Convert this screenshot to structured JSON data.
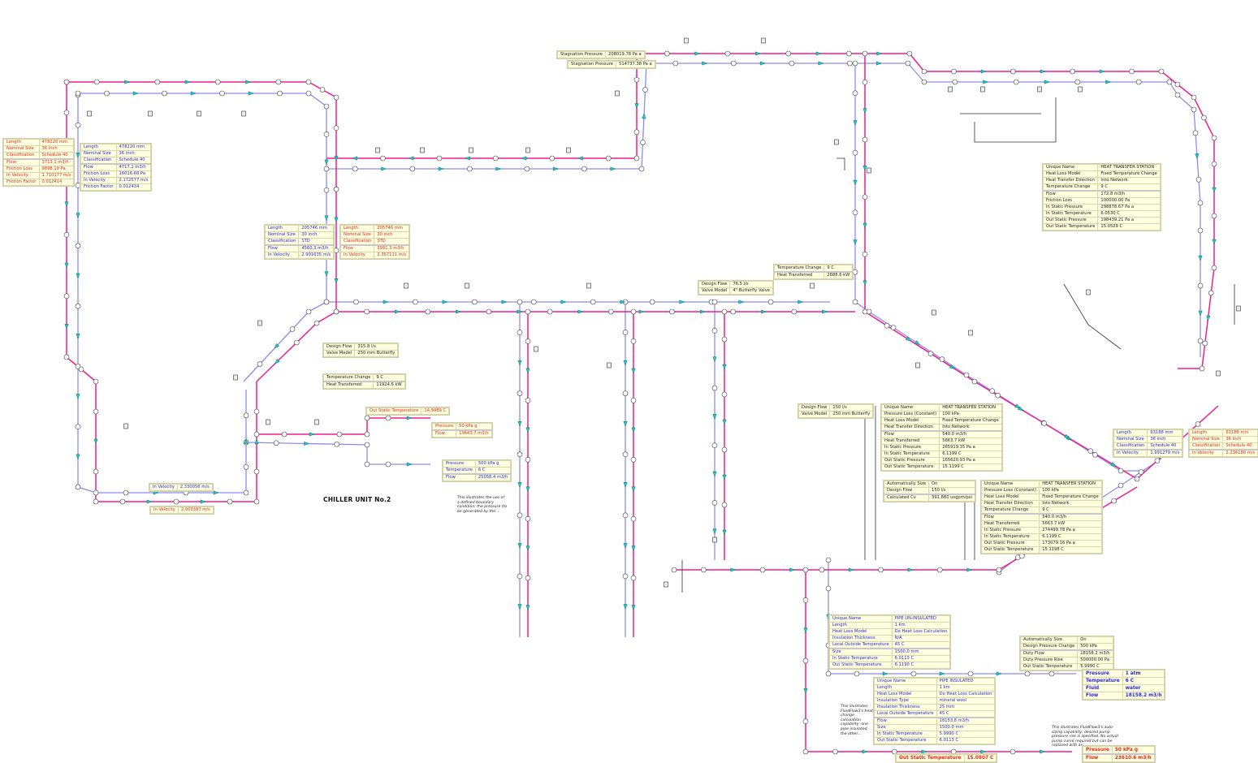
{
  "diagram": {
    "title": "CHILLER UNIT No.2",
    "colors": {
      "supply_pipe": "#f01e8c",
      "return_pipe": "#8c8cf0",
      "branch_pipe": "#222222",
      "flow_arrow": "#19c8c8",
      "label_bg": "#ffffe0",
      "label_red": "#e8271a",
      "label_blue": "#2a2ad8"
    },
    "notes": {
      "boundary": "This illustrates the use of a defined boundary condition: the pressure (to be generated by the...",
      "heat": "This illustrates FluidFlow3's heat change calculation capability: one pipe insulated, the other...",
      "pump": "This illustrates FluidFlow3's auto-sizing capability: desired pump pressure rise is specified. No actual pump curve required but can be replaced with an..."
    },
    "labels": {
      "pipe_left_supply": {
        "rows": [
          [
            "Length",
            "478220 mm"
          ],
          [
            "Nominal Size",
            "36 inch"
          ],
          [
            "Classification",
            "Schedule 40"
          ],
          [
            "Flow",
            "3713.1 m3/h"
          ],
          [
            "Friction Loss",
            "9898.19 Pa"
          ],
          [
            "In Velocity",
            "1.710177 m/s"
          ],
          [
            "Friction Factor",
            "0.012414"
          ]
        ]
      },
      "pipe_left_return": {
        "rows": [
          [
            "Length",
            "478220 mm"
          ],
          [
            "Nominal Size",
            "36 inch"
          ],
          [
            "Classification",
            "Schedule 40"
          ],
          [
            "Flow",
            "4717.1 m3/h"
          ],
          [
            "Friction Loss",
            "16016.68 Pa"
          ],
          [
            "In Velocity",
            "2.172577 m/s"
          ],
          [
            "Friction Factor",
            "0.012434"
          ]
        ]
      },
      "pipe_mid_return": {
        "rows": [
          [
            "Length",
            "205746 mm"
          ],
          [
            "Nominal Size",
            "30 inch"
          ],
          [
            "Classification",
            "STD"
          ],
          [
            "Flow",
            "4560.3 m3/h"
          ],
          [
            "In Velocity",
            "2.901635 m/s"
          ]
        ]
      },
      "pipe_mid_supply": {
        "rows": [
          [
            "Length",
            "205746 mm"
          ],
          [
            "Nominal Size",
            "30 inch"
          ],
          [
            "Classification",
            "STD"
          ],
          [
            "Flow",
            "3991.3 m3/h"
          ],
          [
            "In Velocity",
            "2.357111 m/s"
          ]
        ]
      },
      "stagnation_1": {
        "rows": [
          [
            "Stagnation Pressure",
            "208019.78 Pa a"
          ]
        ]
      },
      "stagnation_2": {
        "rows": [
          [
            "Stagnation Pressure",
            "514737.38 Pa a"
          ]
        ]
      },
      "hts_top_right": {
        "rows": [
          [
            "Unique Name",
            "HEAT TRANSFER STATION"
          ],
          [
            "Heat Loss Model",
            "Fixed Temperature Change"
          ],
          [
            "Heat Transfer Direction",
            "Into Network"
          ],
          [
            "Temperature Change",
            "9 C"
          ],
          [
            "Flow",
            "172.8 m3/h"
          ],
          [
            "Friction Loss",
            "100000.00 Pa"
          ],
          [
            "In Static Pressure",
            "298878.67 Pa a"
          ],
          [
            "In Static Temperature",
            "6.0530 C"
          ],
          [
            "Out Static Pressure",
            "198439.21 Pa a"
          ],
          [
            "Out Static Temperature",
            "15.0529 C"
          ]
        ]
      },
      "hx_mid_temp": {
        "rows": [
          [
            "Temperature Change",
            "9 C"
          ],
          [
            "Heat Transferred",
            "2888.6 kW"
          ]
        ]
      },
      "valve_mid": {
        "rows": [
          [
            "Design Flow",
            "76.5 l/s"
          ],
          [
            "Valve Model",
            "4\" Butterfly Valve"
          ]
        ]
      },
      "valve_left": {
        "rows": [
          [
            "Design Flow",
            "315.8 l/s"
          ],
          [
            "Valve Model",
            "250 mm Butterfly"
          ]
        ]
      },
      "hx_left_temp": {
        "rows": [
          [
            "Temperature Change",
            "9 C"
          ],
          [
            "Heat Transferred",
            "11924.6 kW"
          ]
        ]
      },
      "out_temp_chiller": {
        "rows": [
          [
            "Out Static Temperature",
            "14.9989 C"
          ]
        ]
      },
      "tank_chiller_supply": {
        "rows": [
          [
            "Pressure",
            "50 kPa g"
          ],
          [
            "Flow",
            "19643.7 m3/h"
          ]
        ]
      },
      "tank_chiller_return": {
        "rows": [
          [
            "Pressure",
            "500 kPa g"
          ],
          [
            "Temperature",
            "6 C"
          ],
          [
            "Flow",
            "25058.4 m3/h"
          ]
        ]
      },
      "velocity_return": {
        "rows": [
          [
            "In Velocity",
            "2.330056 m/s"
          ]
        ]
      },
      "velocity_supply": {
        "rows": [
          [
            "In Velocity",
            "2.003387 m/s"
          ]
        ]
      },
      "valve_lower": {
        "rows": [
          [
            "Design Flow",
            "150 l/s"
          ],
          [
            "Valve Model",
            "250 mm Butterfly"
          ]
        ]
      },
      "hts_lower_1": {
        "rows": [
          [
            "Unique Name",
            "HEAT TRANSFER STATION"
          ],
          [
            "Pressure Loss (Constant)",
            "100 kPa"
          ],
          [
            "Heat Loss Model",
            "Fixed Temperature Change"
          ],
          [
            "Heat Transfer Direction",
            "Into Network"
          ],
          [
            "Flow",
            "540.0 m3/h"
          ],
          [
            "Heat Transferred",
            "5663.7 kW"
          ],
          [
            "In Static Pressure",
            "265919.35 Pa a"
          ],
          [
            "In Static Temperature",
            "6.1199 C"
          ],
          [
            "Out Static Pressure",
            "165620.93 Pa a"
          ],
          [
            "Out Static Temperature",
            "15.1199 C"
          ]
        ]
      },
      "valve_auto": {
        "rows": [
          [
            "Automatically Size",
            "On"
          ],
          [
            "Design Flow",
            "150 l/s"
          ],
          [
            "Calculated Cv",
            "391.880 usgpm/psi"
          ]
        ]
      },
      "hts_lower_2": {
        "rows": [
          [
            "Unique Name",
            "HEAT TRANSFER STATION"
          ],
          [
            "Pressure Loss (Constant)",
            "100 kPa"
          ],
          [
            "Heat Loss Model",
            "Fixed Temperature Change"
          ],
          [
            "Heat Transfer Direction",
            "Into Network"
          ],
          [
            "Temperature Change",
            "9 C"
          ],
          [
            "Flow",
            "540.0 m3/h"
          ],
          [
            "Heat Transferred",
            "5663.7 kW"
          ],
          [
            "In Static Pressure",
            "274499.78 Pa a"
          ],
          [
            "In Static Temperature",
            "6.1199 C"
          ],
          [
            "Out Static Pressure",
            "173079.16 Pa a"
          ],
          [
            "Out Static Temperature",
            "15.1198 C"
          ]
        ]
      },
      "pipe_right_return": {
        "rows": [
          [
            "Length",
            "63188 mm"
          ],
          [
            "Nominal Size",
            "36 inch"
          ],
          [
            "Classification",
            "Schedule 40"
          ],
          [
            "In Velocity",
            "1.991279 m/s"
          ]
        ]
      },
      "pipe_right_supply": {
        "rows": [
          [
            "Length",
            "63188 mm"
          ],
          [
            "Nominal Size",
            "36 inch"
          ],
          [
            "Classification",
            "Schedule 40"
          ],
          [
            "In Velocity",
            "2.236180 m/s"
          ]
        ]
      },
      "pipe_uninsulated": {
        "rows": [
          [
            "Unique Name",
            "PIPE UN-INSULATED"
          ],
          [
            "Length",
            "1 km"
          ],
          [
            "Heat Loss Model",
            "Do Heat Loss Calculation"
          ],
          [
            "Insulation Thickness",
            "N/A"
          ],
          [
            "Local Outside Temperature",
            "45 C"
          ],
          [
            "Size",
            "1500.0 mm"
          ],
          [
            "In Static Temperature",
            "6.0113 C"
          ],
          [
            "Out Static Temperature",
            "6.1190 C"
          ]
        ]
      },
      "pipe_insulated": {
        "rows": [
          [
            "Unique Name",
            "PIPE INSULATED"
          ],
          [
            "Length",
            "1 km"
          ],
          [
            "Heat Loss Model",
            "Do Heat Loss Calculation"
          ],
          [
            "Insulation Type",
            "mineral wool"
          ],
          [
            "Insulation Thickness",
            "25 mm"
          ],
          [
            "Local Outside Temperature",
            "45 C"
          ],
          [
            "Flow",
            "18153.8 m3/h"
          ],
          [
            "Size",
            "1500.0 mm"
          ],
          [
            "In Static Temperature",
            "5.9990 C"
          ],
          [
            "Out Static Temperature",
            "6.0113 C"
          ]
        ]
      },
      "pump_auto": {
        "rows": [
          [
            "Automatically Size",
            "On"
          ],
          [
            "Design Pressure Change",
            "500 kPa"
          ],
          [
            "Duty Flow",
            "18158.2 m3/h"
          ],
          [
            "Duty Pressure Rise",
            "500000.00 Pa"
          ],
          [
            "Out Static Temperature",
            "5.9990 C"
          ]
        ]
      },
      "tank_pump": {
        "rows": [
          [
            "Pressure",
            "1 atm"
          ],
          [
            "Temperature",
            "6 C"
          ],
          [
            "Fluid",
            "water"
          ],
          [
            "Flow",
            "18158.2 m3/h"
          ]
        ]
      },
      "tank_bottom": {
        "rows": [
          [
            "Pressure",
            "50 kPa g"
          ],
          [
            "Flow",
            "23610.6 m3/h"
          ]
        ]
      },
      "out_temp_bottom": {
        "rows": [
          [
            "Out Static Temperature",
            "15.0907 C"
          ]
        ]
      }
    }
  }
}
